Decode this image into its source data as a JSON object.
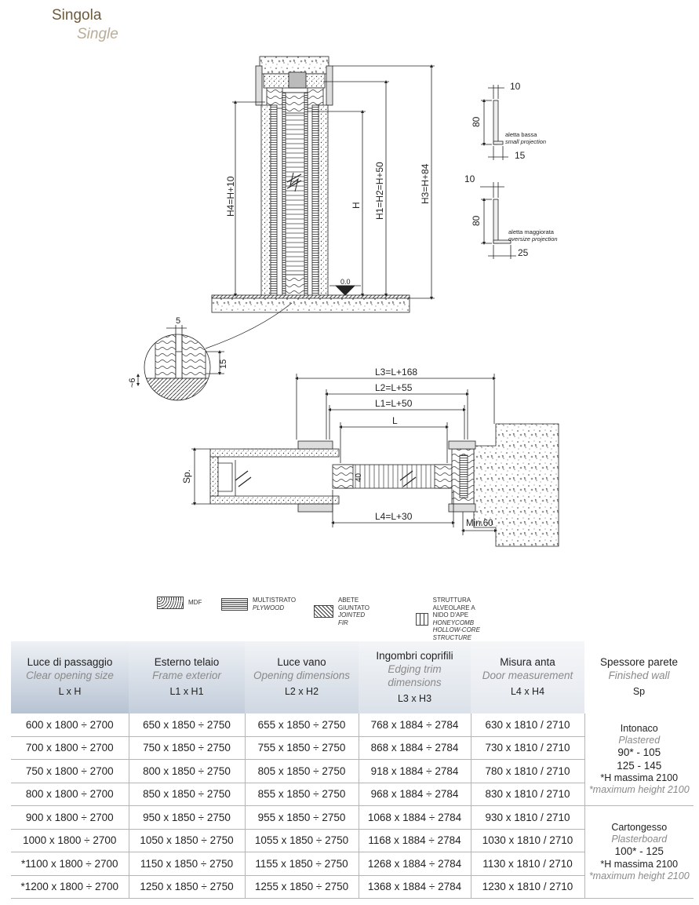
{
  "title": "Singola",
  "subtitle": "Single",
  "dims": {
    "h4": "H4=H+10",
    "h": "H",
    "h1": "H1=H2=H+50",
    "h3": "H3=H+84",
    "zero": "0.0",
    "ten_a": "10",
    "eighty_a": "80",
    "fifteen": "15",
    "small_it": "aletta bassa",
    "small_en": "small projection",
    "ten_b": "10",
    "eighty_b": "80",
    "twentyfive": "25",
    "big_it": "aletta maggiorata",
    "big_en": "oversize projection",
    "five": "5",
    "detail_15": "15",
    "detail_6": "~6",
    "l3": "L3=L+168",
    "l2": "L2=L+55",
    "l1": "L1=L+50",
    "l": "L",
    "l4": "L4=L+30",
    "sp": "Sp.",
    "forty": "40",
    "min60": "Min.60"
  },
  "legend": [
    {
      "it": "MDF",
      "en": ""
    },
    {
      "it": "MULTISTRATO",
      "en": "PLYWOOD"
    },
    {
      "it": "ABETE GIUNTATO",
      "en": "JOINTED FIR"
    },
    {
      "it": "STRUTTURA ALVEOLARE A NIDO D'APE",
      "en": "HONEYCOMB HOLLOW-CORE STRUCTURE"
    }
  ],
  "table": {
    "headers": [
      {
        "it": "Luce di passaggio",
        "en": "Clear opening size",
        "key": "L x H"
      },
      {
        "it": "Esterno telaio",
        "en": "Frame exterior",
        "key": "L1 x H1"
      },
      {
        "it": "Luce vano",
        "en": "Opening dimensions",
        "key": "L2 x H2"
      },
      {
        "it": "Ingombri coprifili",
        "en": "Edging trim dimensions",
        "key": "L3 x H3"
      },
      {
        "it": "Misura anta",
        "en": "Door measurement",
        "key": "L4 x H4"
      },
      {
        "it": "Spessore parete",
        "en": "Finished wall",
        "key": "Sp"
      }
    ],
    "rows": [
      [
        "600 x 1800 ÷ 2700",
        "650 x 1850 ÷ 2750",
        "655 x 1850 ÷ 2750",
        "768 x 1884 ÷ 2784",
        "630 x 1810 / 2710"
      ],
      [
        "700 x 1800 ÷ 2700",
        "750 x 1850 ÷ 2750",
        "755 x 1850 ÷ 2750",
        "868 x 1884 ÷ 2784",
        "730 x 1810 / 2710"
      ],
      [
        "750 x 1800 ÷ 2700",
        "800 x 1850 ÷ 2750",
        "805 x 1850 ÷ 2750",
        "918 x 1884 ÷ 2784",
        "780 x 1810 / 2710"
      ],
      [
        "800 x 1800 ÷ 2700",
        "850 x 1850 ÷ 2750",
        "855 x 1850 ÷ 2750",
        "968 x 1884 ÷ 2784",
        "830 x 1810 / 2710"
      ],
      [
        "900 x 1800 ÷ 2700",
        "950 x 1850 ÷ 2750",
        "955 x 1850 ÷ 2750",
        "1068 x 1884 ÷ 2784",
        "930 x 1810 / 2710"
      ],
      [
        "1000 x 1800 ÷ 2700",
        "1050 x 1850 ÷ 2750",
        "1055 x 1850 ÷ 2750",
        "1168 x 1884 ÷ 2784",
        "1030 x 1810 / 2710"
      ],
      [
        "*1100 x 1800 ÷ 2700",
        "1150 x 1850 ÷ 2750",
        "1155 x 1850 ÷ 2750",
        "1268 x 1884 ÷ 2784",
        "1130 x 1810 / 2710"
      ],
      [
        "*1200 x 1800 ÷ 2700",
        "1250 x 1850 ÷ 2750",
        "1255 x 1850 ÷ 2750",
        "1368 x 1884 ÷ 2784",
        "1230 x 1810 / 2710"
      ]
    ],
    "wall": {
      "plaster_it": "Intonaco",
      "plaster_en": "Plastered",
      "plaster_v1": "90* - 105",
      "plaster_v2": "125 - 145",
      "plaster_note_it": "*H massima 2100",
      "plaster_note_en": "*maximum height 2100",
      "board_it": "Cartongesso",
      "board_en": "Plasterboard",
      "board_v1": "100* - 125",
      "board_note_it": "*H massima 2100",
      "board_note_en": "*maximum height 2100"
    }
  },
  "colors": {
    "header_bg_light": "#e4e8ee",
    "header_bg_dark": "#bcc7d6",
    "title": "#6b5b3d",
    "subtitle": "#b9ad97"
  }
}
